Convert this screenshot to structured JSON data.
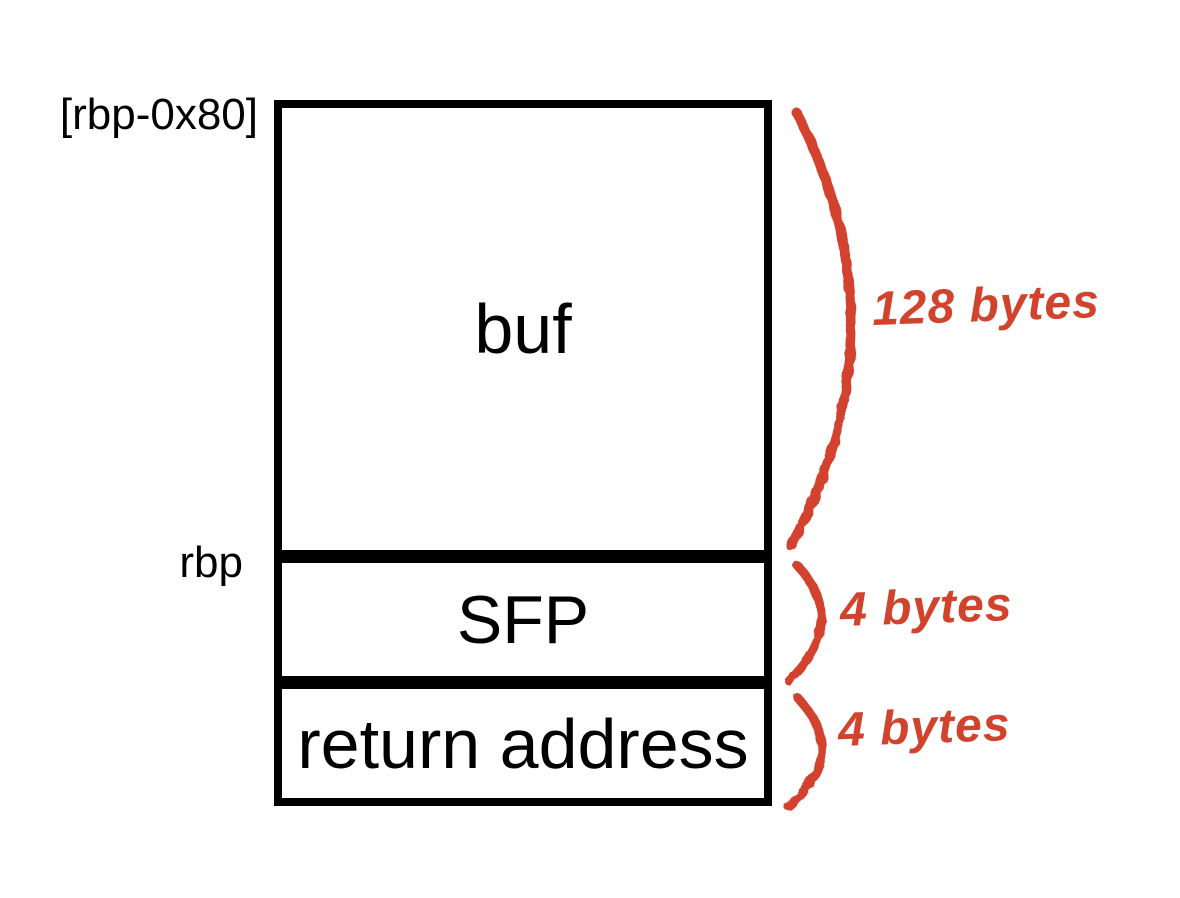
{
  "diagram": {
    "labels": {
      "top_offset": "[rbp-0x80]",
      "rbp": "rbp"
    },
    "cells": [
      {
        "id": "buf",
        "label": "buf",
        "size_annotation": "128 bytes"
      },
      {
        "id": "sfp",
        "label": "SFP",
        "size_annotation": "4 bytes"
      },
      {
        "id": "return-address",
        "label": "return address",
        "size_annotation": "4 bytes"
      }
    ],
    "colors": {
      "annotation_red": "#d2432e",
      "line_black": "#000000",
      "background": "#ffffff"
    }
  }
}
